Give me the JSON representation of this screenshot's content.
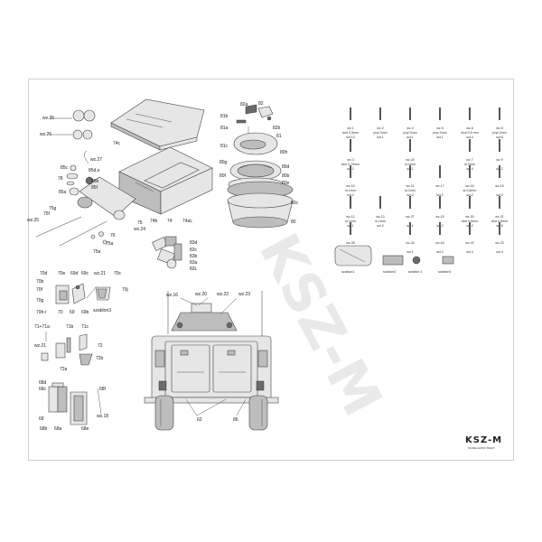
{
  "watermark": "KSZ-M",
  "logo": {
    "mark": "KSZ-M",
    "tagline": "MODELARSKI ŚWIAT"
  },
  "labels": {
    "wz25": "wz.25",
    "wz26": "wz.26",
    "wz27": "wz.27",
    "wz24": "wz.24",
    "wz25b": "wz.25",
    "p74c": "74c",
    "p74": "74",
    "p74b": "74b",
    "p74aL": "74aL",
    "p85c": "85c",
    "p85dL": "85d,e",
    "p85b": "85b",
    "p85f": "85f",
    "p85a": "85a",
    "p78": "78",
    "p75g": "75g",
    "p75f": "75f",
    "p75": "75",
    "p76": "76",
    "p75a": "75a",
    "p81b": "81b",
    "p82a": "82a",
    "p82": "82",
    "p82b": "82b",
    "p81a": "81a",
    "p81": "81",
    "p80h": "80h",
    "p81c": "81c",
    "p80g": "80g",
    "p80d": "80d",
    "p80f": "80f",
    "p80b": "80b",
    "p80e": "80e",
    "p80c": "80c",
    "p80": "80",
    "p83d": "83d",
    "p83c": "83c",
    "p83b": "83b",
    "p83a": "83a",
    "p83L": "83L",
    "p70d": "70d",
    "p70e": "70e",
    "p69d": "69d",
    "p69c": "69c",
    "p70c": "70c",
    "p70b": "70b",
    "p70f": "70f",
    "p70g": "70g",
    "p70hi": "70h-i",
    "p70": "70",
    "p69": "69",
    "p69b": "69b",
    "wz21": "wz.21",
    "szablon3": "szablon3",
    "p71ia": "71+71a",
    "p71b": "71b",
    "p71c": "71c",
    "wz21b": "wz.21",
    "p72": "72",
    "p72a": "72a",
    "p72b": "72b",
    "p68d": "68d",
    "p68c": "68c",
    "p68": "68",
    "p68b": "68b",
    "p68a": "68a",
    "p68e": "68e",
    "p68f": "68f",
    "wz18": "wz.18",
    "wz16": "wz.16",
    "wz20": "wz.20",
    "wz22": "wz.22",
    "wz23": "wz.23",
    "p62": "62",
    "p86": "86"
  },
  "parts_table": [
    {
      "id": "wz.1",
      "spec": "drut 0,5mm",
      "qty": "szt.12"
    },
    {
      "id": "wz.2",
      "spec": "pręt 2mm",
      "qty": "szt.1"
    },
    {
      "id": "wz.4",
      "spec": "pręt 2mm",
      "qty": "szt.1"
    },
    {
      "id": "wz.5",
      "spec": "pręt 2mm",
      "qty": "szt.1"
    },
    {
      "id": "wz.6",
      "spec": "drut 0,5 mm",
      "qty": "szt.4"
    },
    {
      "id": "wz.8",
      "spec": "pręt 2mm",
      "qty": "szt.6"
    },
    {
      "id": "wz.3",
      "spec": "drut 0,70mm",
      "qty": "szt.2"
    },
    {
      "id": "wz.7",
      "spec": "śr.2mm",
      "qty": "szt.4"
    },
    {
      "id": "wz.9",
      "spec": "",
      "qty": "szt.2"
    },
    {
      "id": "wz.10",
      "spec": "śr.1mm",
      "qty": "szt.2"
    },
    {
      "id": "wz.11",
      "spec": "śr.1mm",
      "qty": "szt.2"
    },
    {
      "id": "wz.17",
      "spec": "",
      "qty": "szt.2"
    },
    {
      "id": "wz.18",
      "spec": "śr.0,8mm",
      "qty": "szt.2"
    },
    {
      "id": "wz.19",
      "spec": "",
      "qty": "szt.2"
    },
    {
      "id": "wz.12",
      "spec": "śr.1mm",
      "qty": "szt.1"
    },
    {
      "id": "wz.13",
      "spec": "śr.1mm",
      "qty": "szt.2"
    },
    {
      "id": "wz.27",
      "spec": "",
      "qty": "szt.1"
    },
    {
      "id": "wz.15",
      "spec": "",
      "qty": "szt.2"
    },
    {
      "id": "wz.20",
      "spec": "drut 0,8mm",
      "qty": "szt.2"
    },
    {
      "id": "wz.21",
      "spec": "drut 0,8mm",
      "qty": "szt.6"
    },
    {
      "id": "wz.28",
      "spec": "",
      "qty": "szt.1"
    },
    {
      "id": "wz.26",
      "spec": "",
      "qty": "szt.1"
    },
    {
      "id": "wz.16",
      "spec": "",
      "qty": "szt.2"
    },
    {
      "id": "wz.22",
      "spec": "",
      "qty": "szt.4"
    },
    {
      "id": "wz.23",
      "spec": "",
      "qty": "szt.4"
    },
    {
      "id": "wz.24",
      "spec": "śr.2mm",
      "qty": "szt.1"
    }
  ],
  "templates": [
    "szablon1",
    "szablon2",
    "szablon 3",
    "szablon4"
  ]
}
